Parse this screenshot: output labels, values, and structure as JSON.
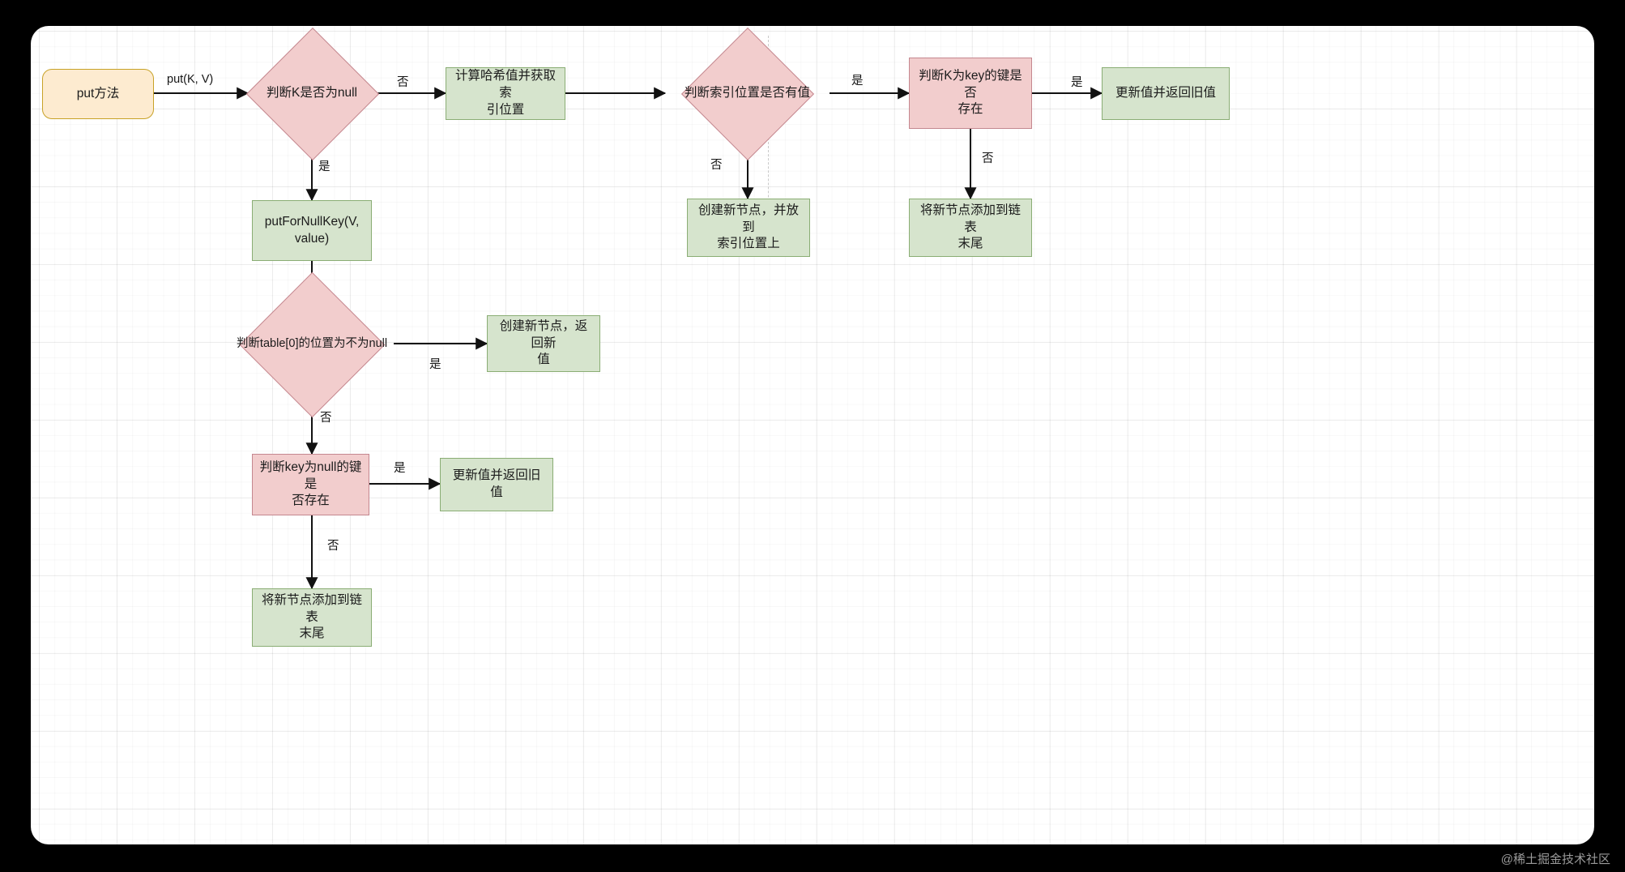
{
  "diagram": {
    "title": "HashMap put 方法流程图",
    "watermark": "@稀土掘金技术社区",
    "colors": {
      "start_fill": "#fdebd0",
      "start_stroke": "#c8a227",
      "process_fill": "#d6e4cd",
      "process_stroke": "#8aad74",
      "decision_fill": "#f2cdcd",
      "decision_stroke": "#c4878f",
      "edge": "#111111",
      "canvas": "#ffffff",
      "backdrop": "#000000"
    },
    "nodes": [
      {
        "id": "start",
        "label": "put方法",
        "shape": "rounded-rect",
        "type": "start"
      },
      {
        "id": "d_knull",
        "label": "判断K是否为null",
        "shape": "diamond",
        "type": "decision"
      },
      {
        "id": "hash",
        "label": "计算哈希值并获取索引位置",
        "shape": "rect",
        "type": "process"
      },
      {
        "id": "d_idx",
        "label": "判断索引位置是否有值",
        "shape": "diamond",
        "type": "decision"
      },
      {
        "id": "d_kkey",
        "label": "判断K为key的键是否存在",
        "shape": "rect",
        "type": "decision-rect"
      },
      {
        "id": "update_r",
        "label": "更新值并返回旧值",
        "shape": "rect",
        "type": "process"
      },
      {
        "id": "newnode_idx",
        "label": "创建新节点，并放到索引位置上",
        "shape": "rect",
        "type": "process"
      },
      {
        "id": "append_r",
        "label": "将新节点添加到链表末尾",
        "shape": "rect",
        "type": "process"
      },
      {
        "id": "pfnk",
        "label": "putForNullKey(V, value)",
        "shape": "rect",
        "type": "process"
      },
      {
        "id": "d_table0",
        "label": "判断table[0]的位置为不为null",
        "shape": "diamond",
        "type": "decision"
      },
      {
        "id": "newnode_ret",
        "label": "创建新节点，返回新值",
        "shape": "rect",
        "type": "process"
      },
      {
        "id": "d_keynull",
        "label": "判断key为null的键是否存在",
        "shape": "rect",
        "type": "decision-rect"
      },
      {
        "id": "update_l",
        "label": "更新值并返回旧值",
        "shape": "rect",
        "type": "process"
      },
      {
        "id": "append_l",
        "label": "将新节点添加到链表末尾",
        "shape": "rect",
        "type": "process"
      }
    ],
    "edges": [
      {
        "from": "start",
        "to": "d_knull",
        "label": "put(K, V)"
      },
      {
        "from": "d_knull",
        "to": "hash",
        "label": "否"
      },
      {
        "from": "d_knull",
        "to": "pfnk",
        "label": "是"
      },
      {
        "from": "hash",
        "to": "d_idx",
        "label": ""
      },
      {
        "from": "d_idx",
        "to": "d_kkey",
        "label": "是"
      },
      {
        "from": "d_idx",
        "to": "newnode_idx",
        "label": "否"
      },
      {
        "from": "d_kkey",
        "to": "update_r",
        "label": "是"
      },
      {
        "from": "d_kkey",
        "to": "append_r",
        "label": "否"
      },
      {
        "from": "pfnk",
        "to": "d_table0",
        "label": ""
      },
      {
        "from": "d_table0",
        "to": "newnode_ret",
        "label": "是"
      },
      {
        "from": "d_table0",
        "to": "d_keynull",
        "label": "否"
      },
      {
        "from": "d_keynull",
        "to": "update_l",
        "label": "是"
      },
      {
        "from": "d_keynull",
        "to": "append_l",
        "label": "否"
      }
    ],
    "edge_labels": {
      "put_kv": "put(K, V)",
      "knull_no": "否",
      "knull_yes": "是",
      "idx_yes": "是",
      "idx_no": "否",
      "kkey_yes": "是",
      "kkey_no": "否",
      "table0_yes": "是",
      "table0_no": "否",
      "keynull_yes": "是",
      "keynull_no": "否"
    },
    "labels": {
      "start": "put方法",
      "d_knull": "判断K是否为null",
      "hash_l1": "计算哈希值并获取索",
      "hash_l2": "引位置",
      "d_idx": "判断索引位置是否有值",
      "d_kkey_l1": "判断K为key的键是否",
      "d_kkey_l2": "存在",
      "update_r": "更新值并返回旧值",
      "newnode_idx_l1": "创建新节点，并放到",
      "newnode_idx_l2": "索引位置上",
      "append_r_l1": "将新节点添加到链表",
      "append_r_l2": "末尾",
      "pfnk_l1": "putForNullKey(V,",
      "pfnk_l2": "value)",
      "d_table0": "判断table[0]的位置为不为null",
      "newnode_ret_l1": "创建新节点，返回新",
      "newnode_ret_l2": "值",
      "d_keynull_l1": "判断key为null的键是",
      "d_keynull_l2": "否存在",
      "update_l": "更新值并返回旧值",
      "append_l_l1": "将新节点添加到链表",
      "append_l_l2": "末尾"
    }
  }
}
